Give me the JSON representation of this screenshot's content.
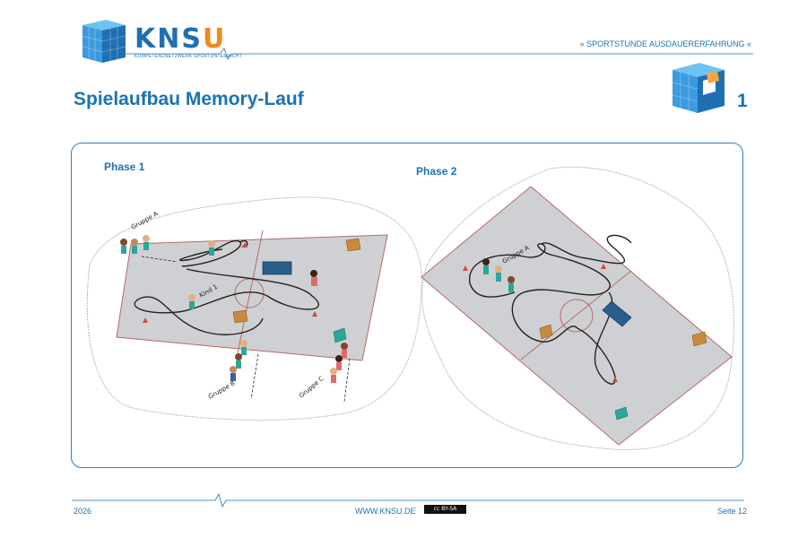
{
  "header": {
    "logo_text_main": "KNS",
    "logo_text_accent": "U",
    "logo_subtitle": "KOMPETENZNETZWERK SPORTUNTERRICHT",
    "series_label": "» SPORTSTUNDE AUSDAUERERFAHRUNG «",
    "title": "Spielaufbau Memory-Lauf",
    "page_number": "1"
  },
  "phase1": {
    "label": "Phase 1",
    "group_a": "Gruppe A",
    "group_b": "Gruppe B",
    "group_c": "Gruppe C",
    "kid": "Kind 1"
  },
  "phase2": {
    "label": "Phase 2",
    "group_a": "Gruppe A"
  },
  "footer": {
    "year": "2026",
    "website": "WWW.KNSU.DE",
    "license": "cc BY-SA",
    "page": "Seite 12"
  },
  "colors": {
    "brand_blue": "#1a73b5",
    "accent_orange": "#f08a1c",
    "field_gray": "#cfd0d3",
    "field_line": "#b56a6a"
  }
}
